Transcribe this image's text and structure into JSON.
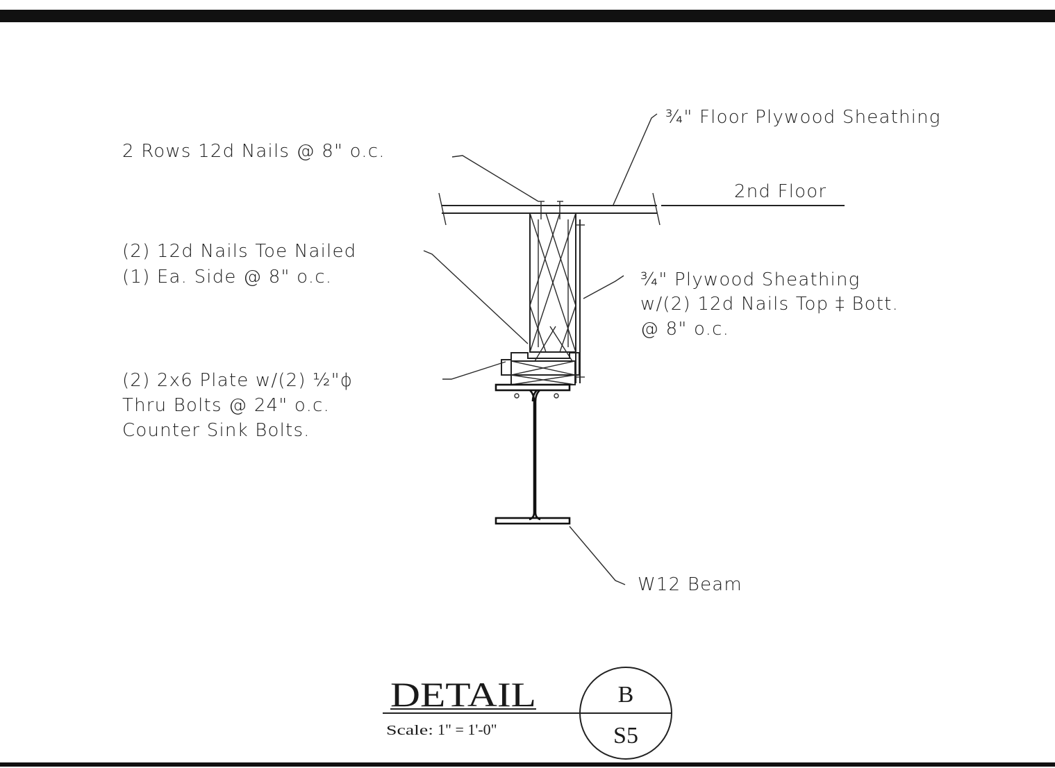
{
  "notes": {
    "floor_sheathing": "¾\" Floor Plywood Sheathing",
    "nails_rows": "2 Rows 12d Nails @ 8\" o.c.",
    "second_floor": "2nd Floor",
    "toe_nail_line1": "(2) 12d Nails Toe Nailed",
    "toe_nail_line2": "(1) Ea. Side @ 8\" o.c.",
    "ply_sheathing_line1": "¾\" Plywood Sheathing",
    "ply_sheathing_line2": "w/(2) 12d Nails Top ‡ Bott.",
    "ply_sheathing_line3": "@ 8\" o.c.",
    "plate_line1": "(2) 2x6 Plate w/(2) ½\"ϕ",
    "plate_line2": "Thru Bolts @ 24\" o.c.",
    "plate_line3": "Counter Sink Bolts.",
    "beam": "W12 Beam"
  },
  "title_block": {
    "title": "DETAIL",
    "scale_label": "Scale:",
    "scale_value": "1\" = 1'-0\"",
    "detail_letter": "B",
    "sheet_number": "S5"
  }
}
